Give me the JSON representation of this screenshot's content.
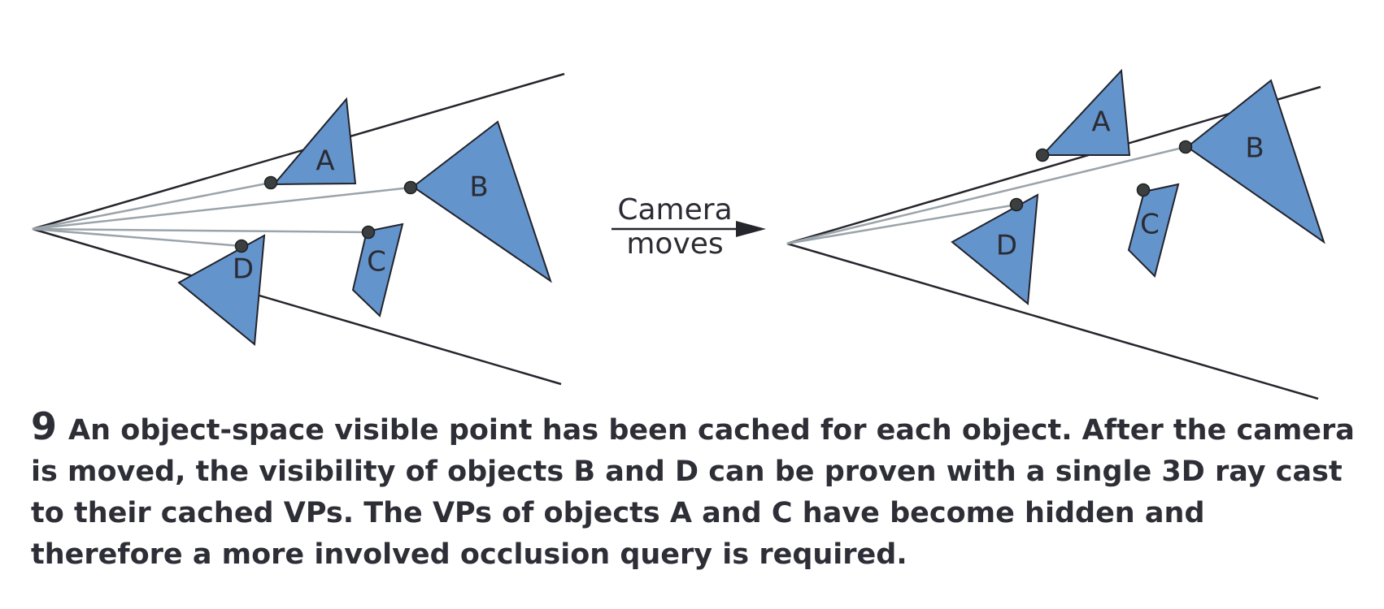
{
  "diagram": {
    "colors": {
      "object_fill": "#6494cc",
      "object_stroke": "#22232b",
      "frustum": "#25252c",
      "ray": "#9aa4aa",
      "visible_point": "#3b3f40"
    },
    "left_scene": {
      "objects": [
        {
          "id": "A",
          "label": "A"
        },
        {
          "id": "B",
          "label": "B"
        },
        {
          "id": "C",
          "label": "C"
        },
        {
          "id": "D",
          "label": "D"
        }
      ]
    },
    "transition": {
      "line1": "Camera",
      "line2": "moves"
    },
    "right_scene": {
      "objects": [
        {
          "id": "A",
          "label": "A"
        },
        {
          "id": "B",
          "label": "B"
        },
        {
          "id": "C",
          "label": "C"
        },
        {
          "id": "D",
          "label": "D"
        }
      ]
    }
  },
  "caption": {
    "number": "9",
    "text": "An object-space visible point has been cached for each object. After the camera is moved, the visibility of objects B and D can be proven with a single 3D ray cast to their cached VPs. The VPs of objects A and C have become hidden and therefore a more involved occlusion query is required."
  }
}
